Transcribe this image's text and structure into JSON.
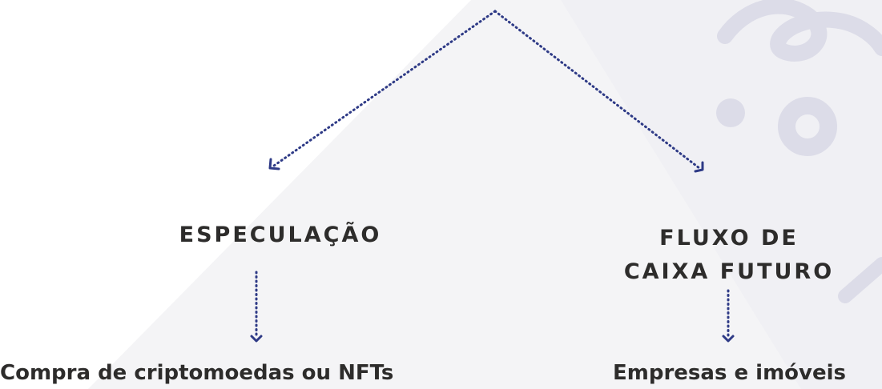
{
  "colors": {
    "text": "#2d2c2b",
    "arrow": "#2e3a86",
    "background_shape": "#f3f3f5",
    "decoration": "#dddde8"
  },
  "nodes": {
    "speculation": {
      "title": "ESPECULAÇÃO",
      "example": "Compra de criptomoedas ou NFTs"
    },
    "future_cashflow": {
      "title_line1": "FLUXO DE",
      "title_line2": "CAIXA FUTURO",
      "example": "Empresas e imóveis"
    }
  }
}
